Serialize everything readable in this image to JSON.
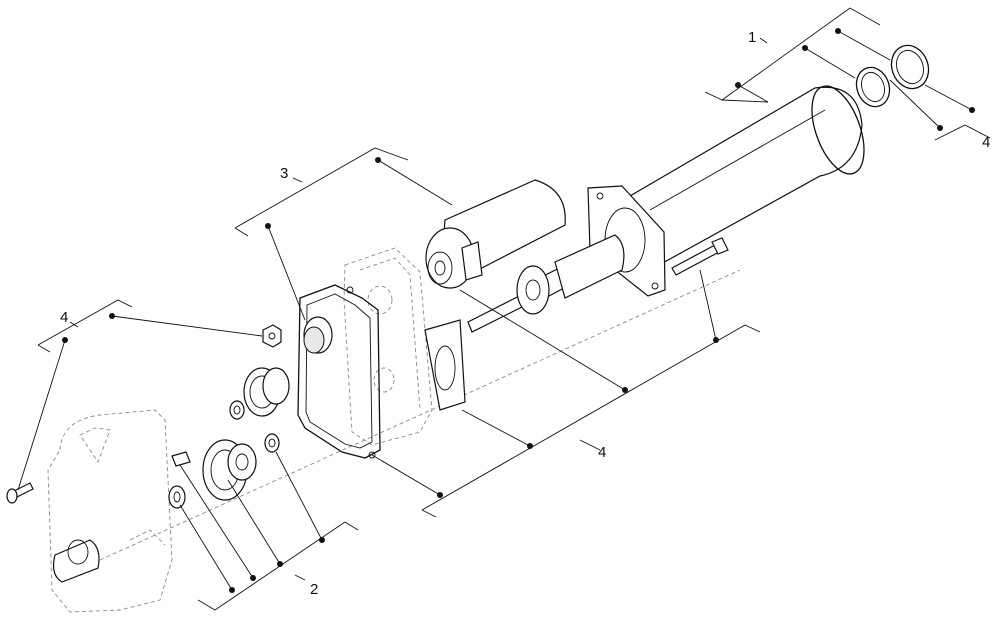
{
  "diagram": {
    "callouts": {
      "c1": "1",
      "c2": "2",
      "c3": "3",
      "c4_top_right": "4",
      "c4_left": "4",
      "c4_center": "4"
    }
  },
  "colors": {
    "ink": "#111111",
    "ghost": "#8a8a8a",
    "background": "#ffffff"
  }
}
